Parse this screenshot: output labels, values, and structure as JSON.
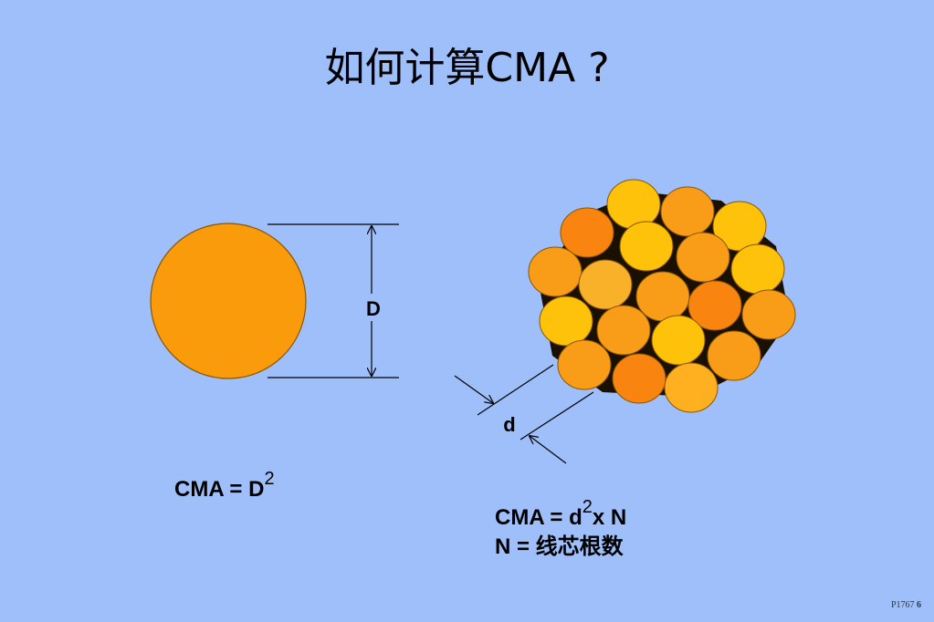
{
  "title": "如何计算CMA ?",
  "diagram": {
    "solid_label": "D",
    "strand_label": "d",
    "fill_color": "#F99B0A",
    "strand_colors": [
      "#FFC20A",
      "#F99D18",
      "#F98410",
      "#F9B12A",
      "#FFB020"
    ],
    "outline_color": "#8A5500"
  },
  "formulas": {
    "solid": {
      "prefix": "CMA = D",
      "exponent": "2"
    },
    "stranded": {
      "prefix": "CMA =  d",
      "exponent": "2",
      "suffix": "x N",
      "definition": "N = 线芯根数"
    }
  },
  "footer": {
    "code": "P1767",
    "page": "6"
  }
}
